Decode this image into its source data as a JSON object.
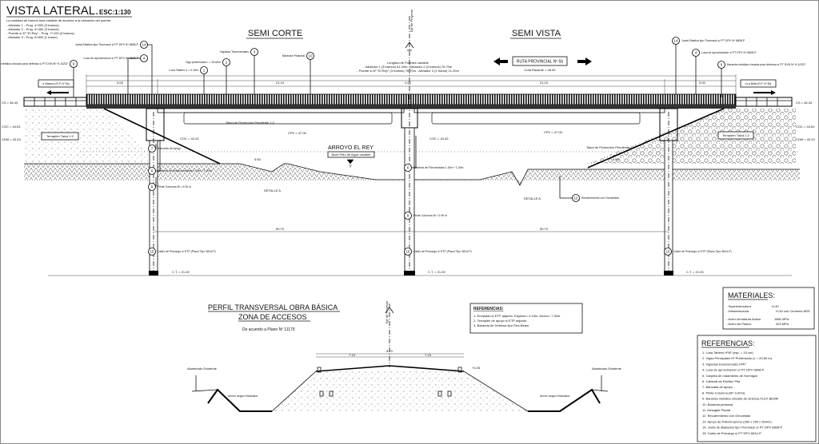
{
  "header": {
    "title": "VISTA LATERAL.",
    "scale": "ESC:1:130",
    "notes": [
      "La cantidad de tramos será variable de acuerdo a la ubicación del puente.",
      "- Aliviador 1 - Prog. 4+500 (3 tramos)",
      "- Aliviador 2 - Prog. 5+450 (3 tramos)",
      "- Puente s/ Aº \"El Rey\" - Prog. 7+100 (3 tramos)",
      "- Aliviador 3 - Prog. 8+800 (1 tramo)"
    ]
  },
  "elevation": {
    "semi_corte": "SEMI CORTE",
    "semi_vista": "SEMI VISTA",
    "stream": "ARROYO EL REY",
    "water_level": "Nivel Pelo de Agua variable",
    "route": "RUTA PROVINCIAL Nº 5b",
    "route_level": "Cota Rasante = 46.63",
    "to_left": "a Vilaseco (R.P. Nº 5b)",
    "to_right": "a La Bella (R.P. Nº 5b)",
    "length_note": [
      "Longitud de Puentes variable",
      "- Aliviador 1 (3 tramos) 61.20m - Aliviador 2 (3 tramos) 76.70m",
      "- Puente s/ Aº \"El Rey\" (3 tramos) 76.70m - Aliviador 3 (1 tramo) 21.20m"
    ],
    "dims": {
      "span_left": "21.10",
      "span_right": "21.10",
      "approach_left": "5.00",
      "approach_right": "5.00",
      "center": "0.50",
      "pile": "50.70",
      "pile_right": "50.70",
      "berm_left": "5.60",
      "berm_right": "5.60"
    },
    "levels": {
      "cs_left": "CS = 46.43",
      "cs_right": "CS = 46.43",
      "coc_left": "COC = 44.63",
      "coc_right": "COC = 44.63",
      "cdm_left": "CDM = 43.43",
      "cdm_right": "CDM = 43.43",
      "cpv": "CPV = 47.00",
      "cpv2": "CPV = 47.00",
      "coc_pier": "COC = 43.43",
      "coc_pier2": "COC = 43.43",
      "base_left": "C.T. = 21.00",
      "base_mid": "C.T. = 21.00",
      "base_right": "C.T. = 21.00"
    },
    "callouts": [
      {
        "n": "1",
        "text": "Losa Tablero e = 0.15m"
      },
      {
        "n": "2",
        "text": "Viga pretensada L = 20.60m"
      },
      {
        "n": "3",
        "text": "Viguetas Transversales"
      },
      {
        "n": "10",
        "text": "Baranda Peatonal"
      },
      {
        "n": "14",
        "text": "Junta Elástica tipo Thormack s/ PT DPV Nº 6808-P"
      },
      {
        "n": "4",
        "text": "Losa de aproximación s/ PT DPV Nº 6808-P"
      },
      {
        "n": "9",
        "text": "Baranda metálica cincada para defensa s/ PT DVN Nº H-10237"
      },
      {
        "n": "7",
        "text": "Bancada de Apoyo"
      },
      {
        "n": "6",
        "text": "Cabezal de Estribo medidas 1.20m * 1.20m"
      },
      {
        "n": "8",
        "text": "Pilote Columna Ø = 0.90 m"
      },
      {
        "n": "15",
        "text": "Caldo de Precargo s/ ETP (Plano Tipo 4814-P)"
      },
      {
        "n": "6",
        "text": "Cabezal de Pila medidas 1.20m * 1.20m"
      },
      {
        "n": "8",
        "text": "Pilote Columna Ø = 0.90 m"
      },
      {
        "n": "15",
        "text": "Caldo de Precargo s/ ETP (Plano Tipo 4814-P)"
      },
      {
        "n": "12",
        "text": "Recubrimiento con Geoceldas"
      },
      {
        "n": "15",
        "text": "Caldo de Precargo s/ ETP (Plano Tipo 4814-P)"
      },
      {
        "n": "14",
        "text": "Junta Elástica tipo Thormack s/ PT DPV Nº 6808-P"
      },
      {
        "n": "4",
        "text": "Losa de aproximación s/ PT DPV Nº 6808-P"
      },
      {
        "n": "9",
        "text": "Baranda metálica cincada para defensa s/ PT DVN Nº H-10237"
      }
    ],
    "talud_left": "Talud de Protección Pendiente 1:2",
    "talud_right": "Talud de Protección Pendiente 1:2",
    "terraplen_left": "Terraplén Talud 1:2",
    "terraplen_right": "Terraplén Talud 1:2",
    "detalle_left": "DETALLE A",
    "detalle_right": "DETALLE A",
    "axis": "Eje de Proyecto"
  },
  "section": {
    "title1": "PERFIL TRANSVERSAL OBRA BÁSICA",
    "title2": "ZONA DE ACCESOS",
    "subtitle": "De acuerdo a  Plano Nº 11179",
    "lane_left": "7.15",
    "lane_right": "7.15",
    "total": "8.70",
    "alambrado_left": "Alambrado Existente",
    "alambrado_right": "Alambrado Existente",
    "cuneta_left": "Ancho según Hidráulica",
    "cuneta_right": "Ancho según Hidráulica",
    "level": "+0.25",
    "references_title": "REFERENCIAS:",
    "references": [
      "1- Enripiado s/ ETP adjunto. Espesor= 0.15m. Ancho= 7.30m.",
      "2- Terraplén de apoyo s/ ETP adjunto.",
      "3- Baranda de Defensa tipo Flex-Beam."
    ]
  },
  "materials": {
    "title": "MATERIALES:",
    "rows": [
      {
        "label": "- Superestructura",
        "value": "H-40"
      },
      {
        "label": "- Infraestructura",
        "value": "H-30 con Cemento ARS"
      },
      {
        "label": "- Acero Armadura Activa",
        "value": "1860 MPa"
      },
      {
        "label": "- Acero As Pasivo",
        "value": "420 MPa"
      }
    ]
  },
  "references": {
    "title": "REFERENCIAS:",
    "items": [
      "1.   Losa Tablero HºAº (esp. = 15 cm)",
      "2.   Vigas Principales Hº Pretensado (L = 20,60 m)",
      "3.   Viguetas transversales HºAº",
      "4.   Losa de aproximación s/ PT DPV 6808-P",
      "5.   Carpeta de rodamiento de Hormigón",
      "6.   Cabezal de Estribo/ Pila",
      "7.   Bancada de apoyo",
      "8.   Pilote-Columna (Ø= 0,90m)",
      "9.   Baranda metálica cincada de defensa FLEX BEAM",
      "10.  Baranda peatonal",
      "11.  Desagüe Pluvial",
      "12.  Recubrimiento con Geoceldas",
      "13.  Apoyo de Policloropreno (350 x 250 x 50mm)",
      "14.  Junta de dilatación tipo Thormack s/ PT DPV 6808-P",
      "15.  Caldo de Precargo s/ PT DPV 6814-P."
    ]
  }
}
